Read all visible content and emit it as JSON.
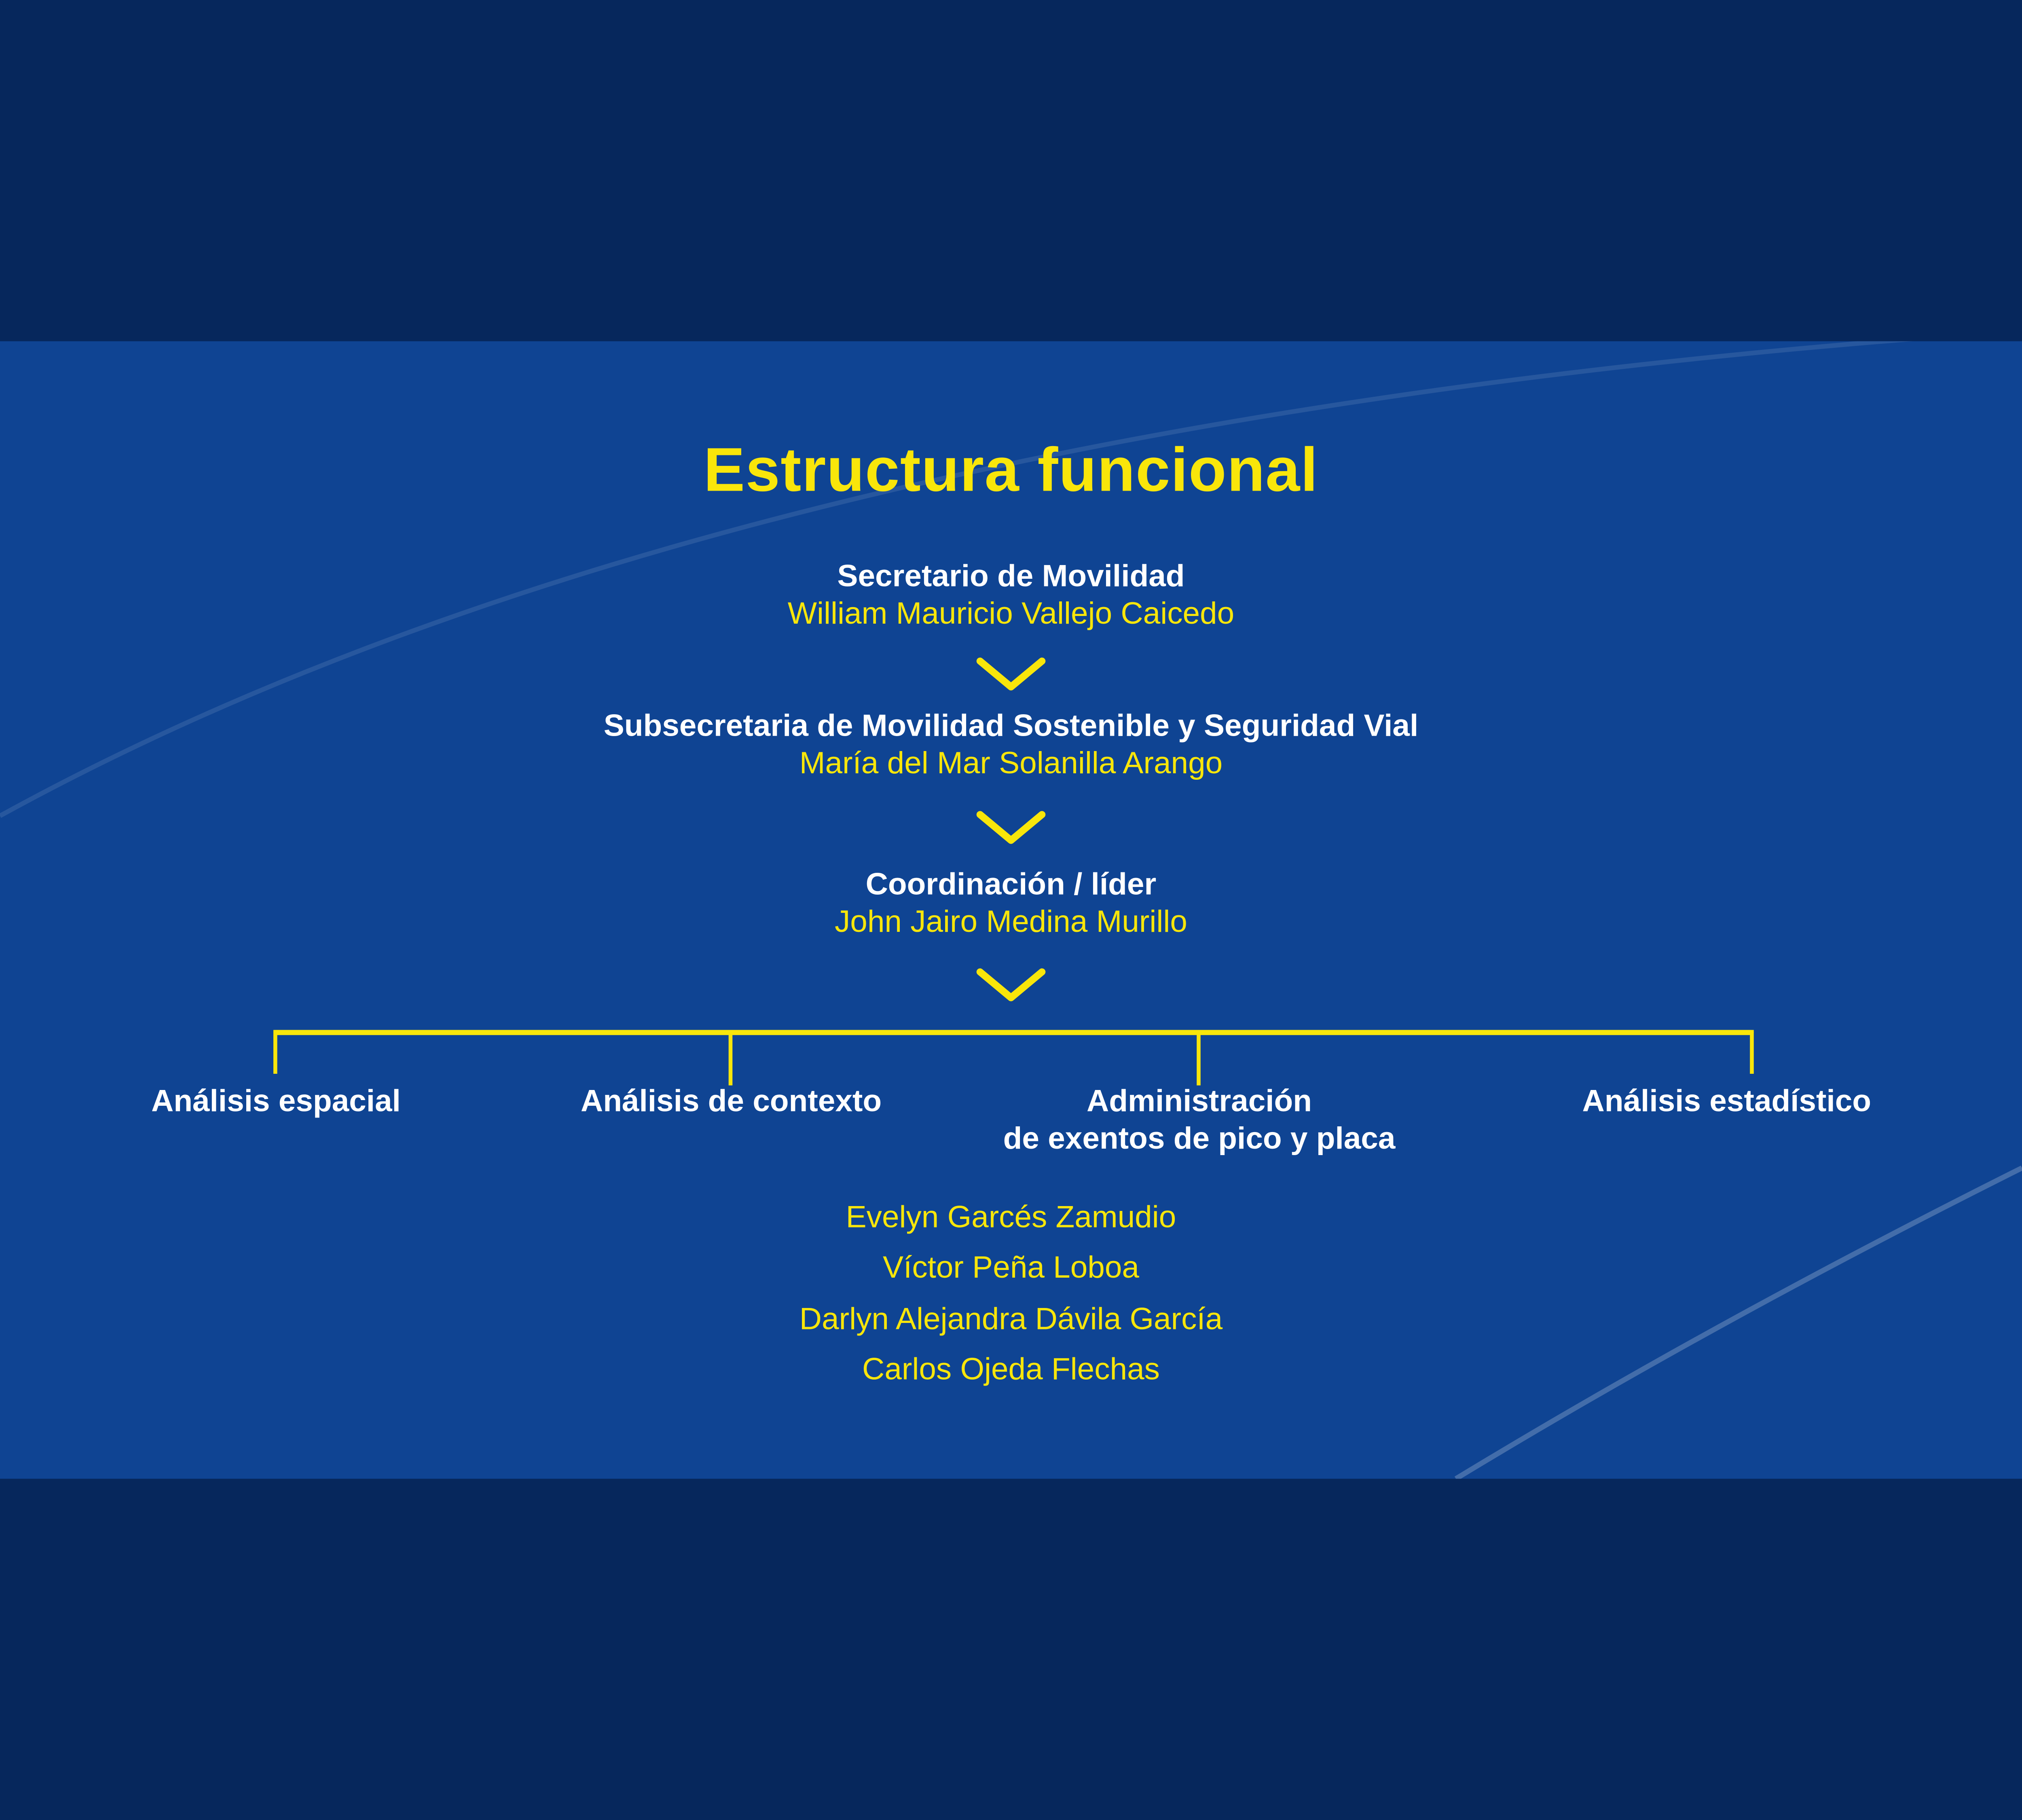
{
  "theme": {
    "background": "#0F4493",
    "accent_yellow": "#F9E60A",
    "text_white": "#FFFFFF",
    "diagonal_line_top": "rgba(255,255,255,0.10)",
    "diagonal_line_bottom": "rgba(255,255,255,0.22)"
  },
  "title": "Estructura funcional",
  "hierarchy": [
    {
      "role": "Secretario de Movilidad",
      "name": "William Mauricio Vallejo Caicedo"
    },
    {
      "role": "Subsecretaria de Movilidad Sostenible y Seguridad Vial",
      "name": "María del Mar Solanilla Arango"
    },
    {
      "role": "Coordinación / líder",
      "name": "John Jairo Medina Murillo"
    }
  ],
  "icons": {
    "chevron_down": "chevron-down"
  },
  "branches": [
    {
      "label": "Análisis espacial"
    },
    {
      "label": "Análisis de contexto"
    },
    {
      "label": "Administración",
      "label_line2": "de exentos de pico y placa"
    },
    {
      "label": "Análisis estadístico"
    }
  ],
  "team_members": [
    "Evelyn Garcés Zamudio",
    "Víctor Peña Loboa",
    "Darlyn Alejandra Dávila García",
    "Carlos Ojeda Flechas"
  ]
}
